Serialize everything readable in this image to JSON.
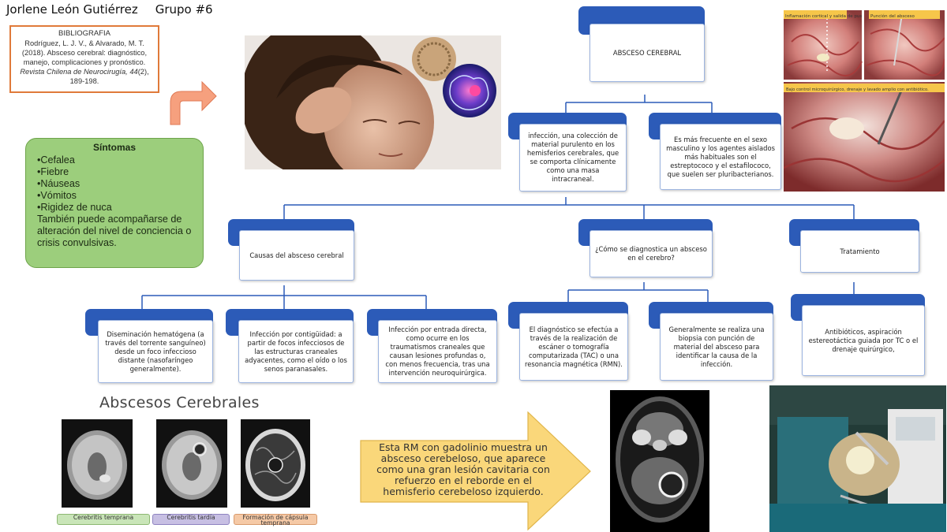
{
  "header": {
    "author": "Jorlene León Gutiérrez",
    "group": "Grupo #6"
  },
  "bibliography": {
    "heading": "BIBLIOGRAFIA",
    "text": "Rodríguez, L. J. V., & Alvarado, M. T. (2018). Absceso cerebral: diagnóstico, manejo, complicaciones y pronóstico.",
    "journal": "Revista Chilena de Neurocirugía, 44",
    "issue": "(2), 189-198."
  },
  "symptoms": {
    "title": "Síntomas",
    "items": [
      "•Cefalea",
      "•Fiebre",
      "•Náuseas",
      "•Vómitos",
      "•Rigidez de nuca"
    ],
    "note": "También puede acompañarse de alteración del nivel de conciencia o crisis convulsivas."
  },
  "diagram": {
    "root": "ABSCESO CEREBRAL",
    "definition": "infección, una colección de material purulento en los hemisferios cerebrales, que se comporta clínicamente como una masa intracraneal.",
    "frequency": "Es más frecuente en el sexo masculino y los agentes aislados más habituales son el estreptococo y el estafilococo, que suelen ser pluribacterianos.",
    "causes": {
      "label": "Causas del absceso cerebral",
      "items": [
        "Diseminación hematógena (a través del torrente sanguíneo) desde un foco infeccioso distante (nasofaríngeo generalmente).",
        "Infección por contigüidad: a partir de focos infecciosos de las estructuras craneales adyacentes, como el oído o los senos paranasales.",
        "Infección por entrada directa, como ocurre en los traumatismos craneales que causan lesiones profundas o, con menos frecuencia, tras una intervención neuroquirúrgica."
      ]
    },
    "diagnosis": {
      "label": "¿Cómo se diagnostica un absceso en el cerebro?",
      "items": [
        "El diagnóstico se efectúa a través de la realización de escáner o tomografía computarizada (TAC) o una resonancia magnética (RMN).",
        "Generalmente se realiza una biopsia con punción de material del absceso para identificar la causa de la infección."
      ]
    },
    "treatment": {
      "label": "Tratamiento",
      "items": [
        "Antibióticos, aspiración estereotáctica guiada por TC o el drenaje quirúrgico,"
      ]
    }
  },
  "surgery_captions": {
    "c1": "Inflamación cortical y salida de pus",
    "c2": "Punción del absceso",
    "c3": "Bajo control microquirúrgico, drenaje y lavado amplio con antibiótico."
  },
  "mri_section": {
    "heading": "Abscesos Cerebrales",
    "stages": [
      "Cerebritis temprana",
      "Cerebritis tardía",
      "Formación de cápsula temprana"
    ]
  },
  "callout": "Esta RM con gadolinio muestra un absceso cerebeloso, que aparece como una gran lesión cavitaria con refuerzo en el reborde en el hemisferio cerebeloso izquierdo.",
  "colors": {
    "node_blue": "#2c5bb8",
    "symptoms_green": "#9cce7c",
    "biblio_border": "#e07a3a",
    "callout_yellow": "#fad77a"
  }
}
